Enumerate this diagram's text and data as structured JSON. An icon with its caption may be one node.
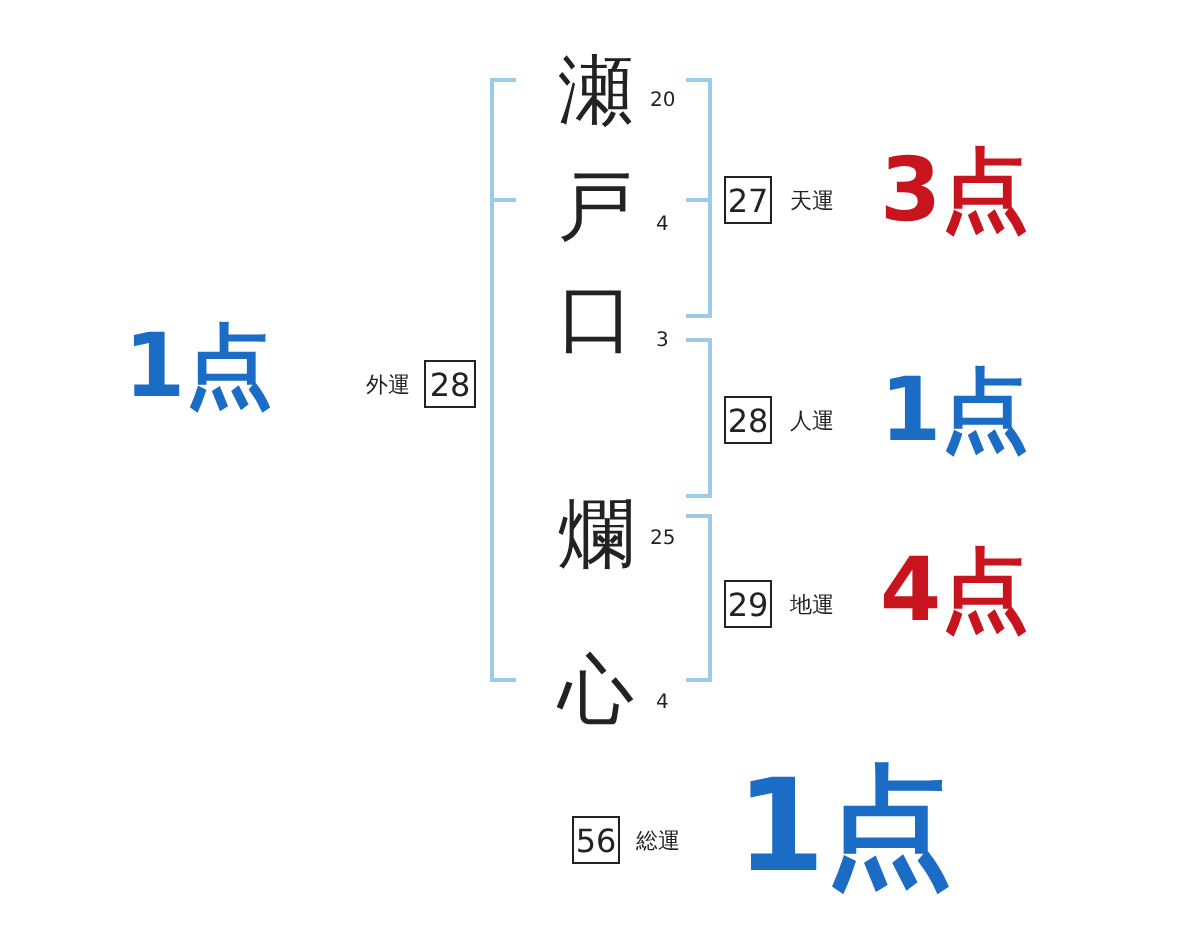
{
  "diagram": {
    "nodes": [
      {
        "text": [
          "27"
        ],
        "beside": [
          "天運",
          "3点"
        ]
      },
      {
        "text": [
          "28"
        ],
        "beside": [
          "外運",
          "1点"
        ]
      },
      {
        "text": [
          "28"
        ],
        "beside": [
          "人運",
          "1点"
        ]
      },
      {
        "text": [
          "29"
        ],
        "beside": [
          "地運",
          "4点"
        ]
      },
      {
        "text": [
          "56"
        ],
        "beside": [
          "総運",
          "1点"
        ]
      }
    ],
    "labels": [
      "瀬",
      "20",
      "戸",
      "4",
      "口",
      "3",
      "爛",
      "25",
      "心",
      "4"
    ]
  }
}
